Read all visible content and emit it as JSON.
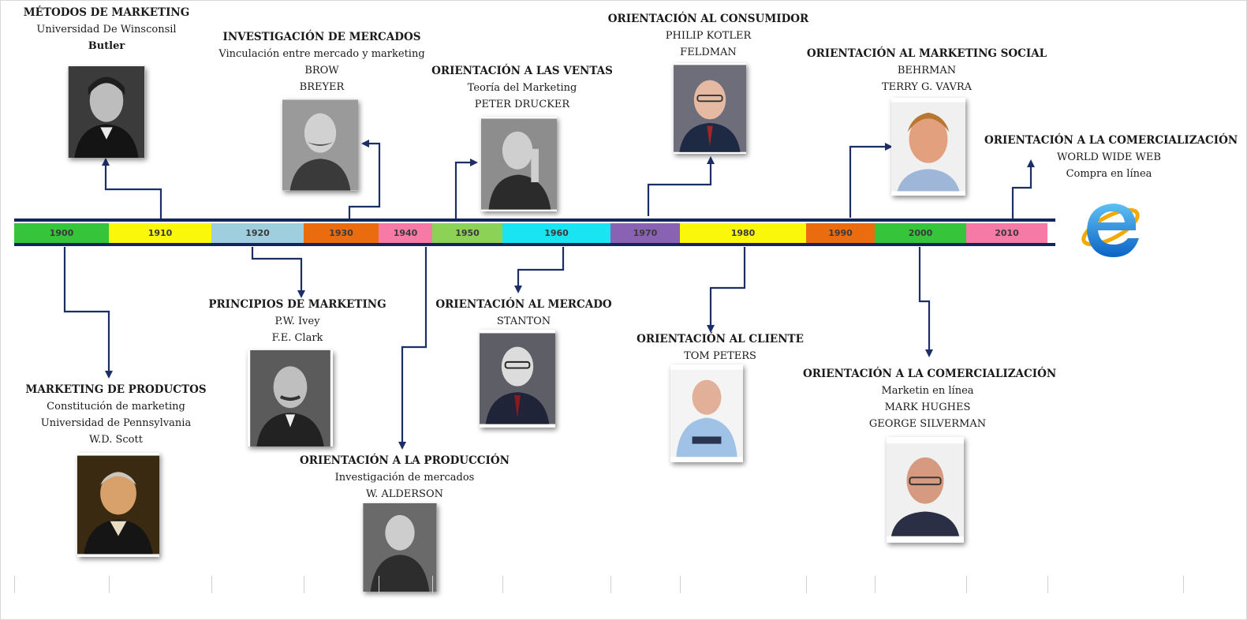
{
  "timeline": {
    "segments": [
      {
        "label": "1900",
        "color": "#35c43a"
      },
      {
        "label": "1910",
        "color": "#fbf70b"
      },
      {
        "label": "1920",
        "color": "#9fcfdf"
      },
      {
        "label": "1930",
        "color": "#ea6c0e"
      },
      {
        "label": "1940",
        "color": "#f77aa6"
      },
      {
        "label": "1950",
        "color": "#8cd257"
      },
      {
        "label": "1960",
        "color": "#19e4f2"
      },
      {
        "label": "1970",
        "color": "#8a62b3"
      },
      {
        "label": "1980",
        "color": "#fbf70b"
      },
      {
        "label": "1990",
        "color": "#ea6c0e"
      },
      {
        "label": "2000",
        "color": "#35c43a"
      },
      {
        "label": "2010",
        "color": "#f77aa6"
      }
    ],
    "rail_color": "#14245c",
    "arrow_color": "#1c2e66"
  },
  "events": {
    "metodos": {
      "title": "MÉTODOS DE MARKETING",
      "lines": [
        "Universidad De Winsconsil",
        "Butler"
      ]
    },
    "investigacion": {
      "title": "INVESTIGACIÓN DE MERCADOS",
      "lines": [
        "Vinculación entre mercado y marketing",
        "BROW",
        "BREYER"
      ]
    },
    "ventas": {
      "title": "ORIENTACIÓN A LAS VENTAS",
      "lines": [
        "Teoría del Marketing",
        "PETER DRUCKER"
      ]
    },
    "consumidor": {
      "title": "ORIENTACIÓN AL CONSUMIDOR",
      "lines": [
        "PHILIP KOTLER",
        "FELDMAN"
      ]
    },
    "social": {
      "title": "ORIENTACIÓN AL MARKETING SOCIAL",
      "lines": [
        "BEHRMAN",
        "TERRY G. VAVRA"
      ]
    },
    "comercializacion_web": {
      "title": "ORIENTACIÓN A LA COMERCIALIZACIÓN",
      "lines": [
        "WORLD WIDE WEB",
        "Compra en línea"
      ]
    },
    "productos": {
      "title": "MARKETING DE PRODUCTOS",
      "lines": [
        "Constitución de marketing",
        "Universidad de Pennsylvania",
        "W.D. Scott"
      ]
    },
    "principios": {
      "title": "PRINCIPIOS DE MARKETING",
      "lines": [
        "P.W. Ivey",
        "F.E. Clark"
      ]
    },
    "produccion": {
      "title": "ORIENTACIÓN A LA PRODUCCIÓN",
      "lines": [
        "Investigación de mercados",
        "W. ALDERSON"
      ]
    },
    "mercado": {
      "title": "ORIENTACIÓN AL MERCADO",
      "lines": [
        "STANTON"
      ]
    },
    "cliente": {
      "title": "ORIENTACIÓN AL CLIENTE",
      "lines": [
        "TOM PETERS"
      ]
    },
    "comercializacion_linea": {
      "title": "ORIENTACIÓN A LA COMERCIALIZACIÓN",
      "lines": [
        "Marketin en línea",
        "MARK HUGHES",
        "GEORGE SILVERMAN"
      ]
    }
  }
}
